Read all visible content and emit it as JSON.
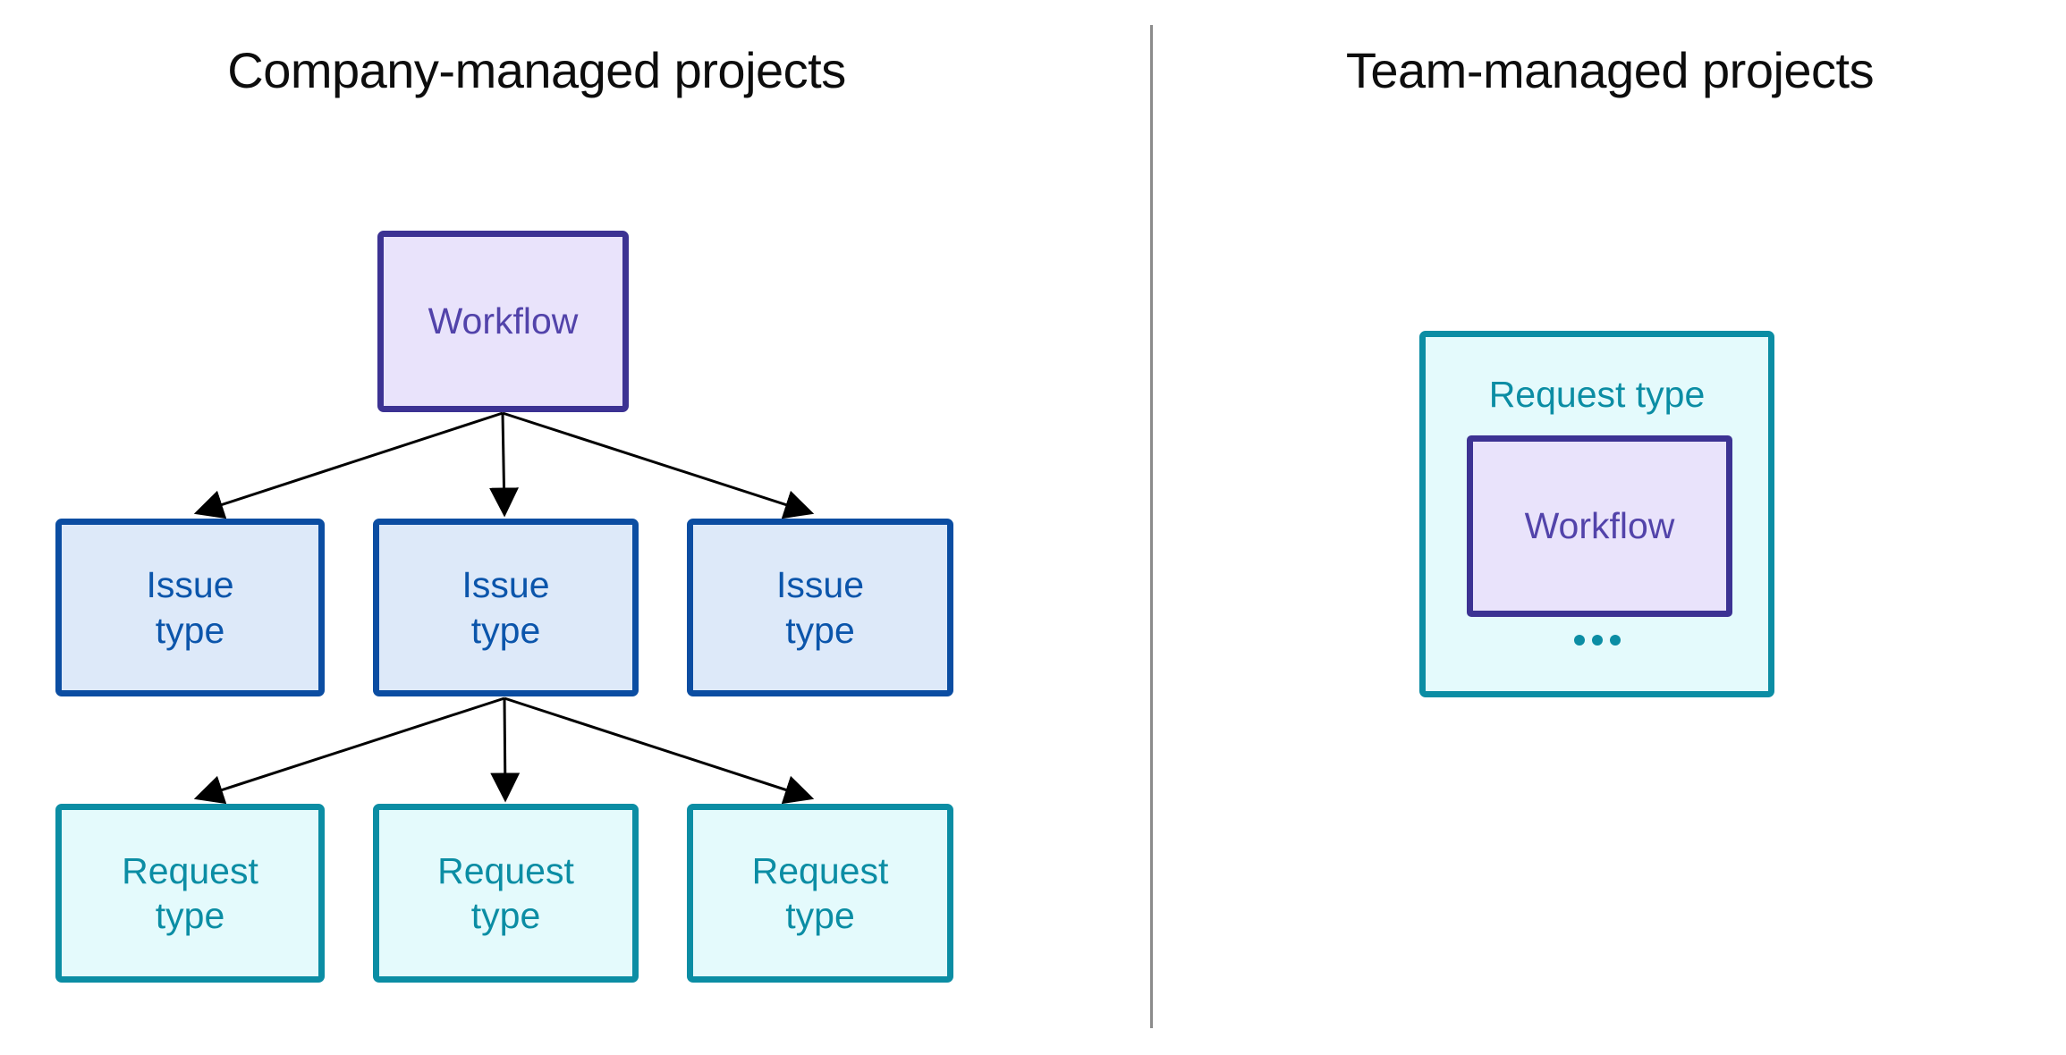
{
  "panels": {
    "left": {
      "title": "Company-managed projects",
      "workflow": {
        "label": "Workflow"
      },
      "issue_types": [
        {
          "label": "Issue\ntype"
        },
        {
          "label": "Issue\ntype"
        },
        {
          "label": "Issue\ntype"
        }
      ],
      "request_types": [
        {
          "label": "Request\ntype"
        },
        {
          "label": "Request\ntype"
        },
        {
          "label": "Request\ntype"
        }
      ]
    },
    "right": {
      "title": "Team-managed projects",
      "request_type": {
        "label": "Request type",
        "workflow": {
          "label": "Workflow"
        },
        "ellipsis": "..."
      }
    }
  },
  "colors": {
    "workflow_border": "#3c3293",
    "workflow_fill": "#e9e3fb",
    "workflow_text": "#5243aa",
    "issue_border": "#0b4da2",
    "issue_fill": "#dde9f9",
    "issue_text": "#0b55ab",
    "request_border": "#0b8da4",
    "request_fill": "#e4fafc",
    "request_text": "#0b8da4",
    "divider": "#8c8c8c",
    "arrow": "#000000",
    "title_text": "#0d0d0d"
  }
}
